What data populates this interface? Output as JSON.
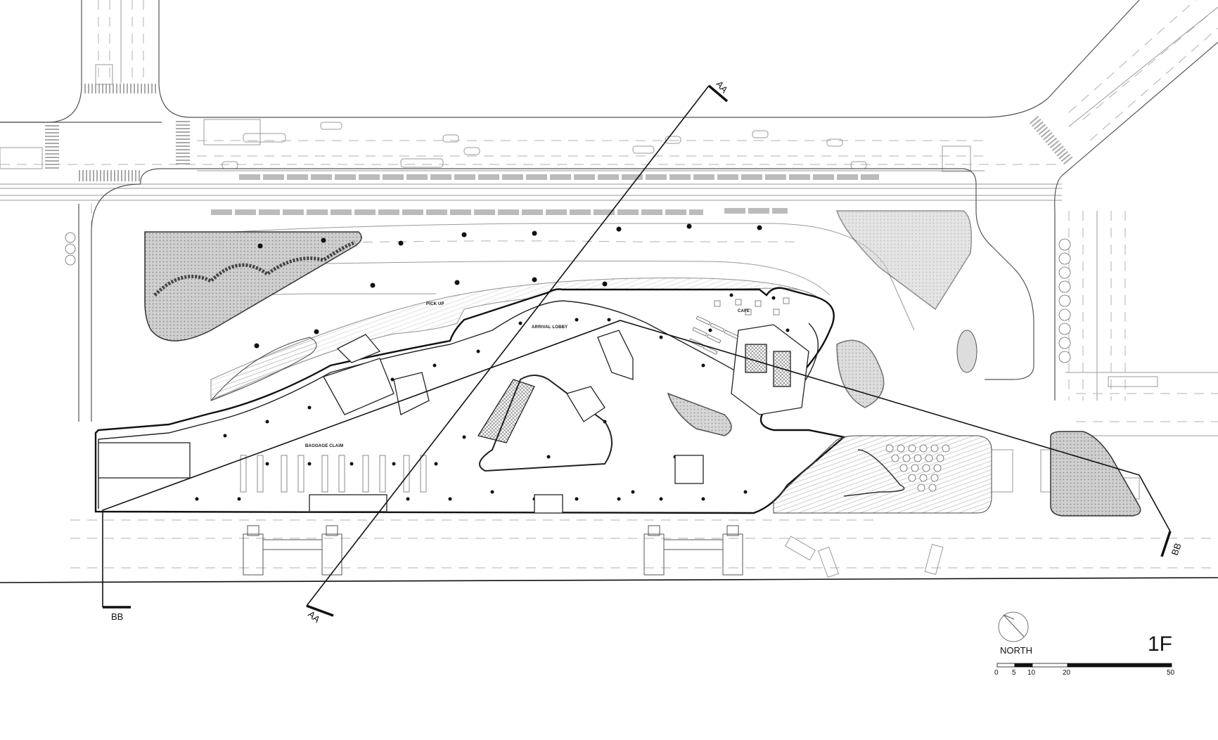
{
  "drawing": {
    "floor_label": "1F",
    "north_label": "NORTH",
    "scale_bar": {
      "ticks": [
        "0",
        "5",
        "10",
        "20",
        "50"
      ],
      "segments": [
        {
          "from": "0",
          "to": "5",
          "fill": "white"
        },
        {
          "from": "5",
          "to": "10",
          "fill": "black"
        },
        {
          "from": "10",
          "to": "20",
          "fill": "white"
        },
        {
          "from": "20",
          "to": "50",
          "fill": "black"
        }
      ]
    },
    "sections": {
      "aa_top": "AA",
      "aa_bottom": "AA",
      "bb_left": "BB",
      "bb_right": "BB"
    },
    "rooms": {
      "pick_up": "PICK UP",
      "arrival_lobby": "ARRIVAL LOBBY",
      "cafe": "CAFE",
      "baggage_claim": "BAGGAGE CLAIM"
    },
    "colors": {
      "line": "#111111",
      "road": "#9a9a9a",
      "background": "#ffffff"
    }
  }
}
